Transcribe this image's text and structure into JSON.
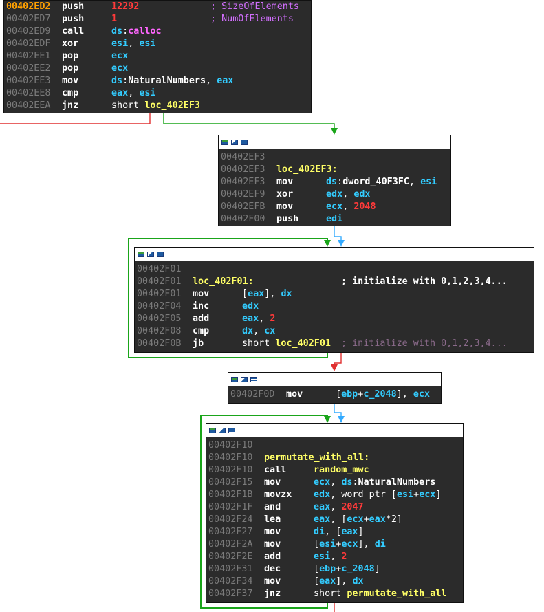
{
  "blocks": [
    {
      "id": "block-entry",
      "has_header": false,
      "lines": [
        {
          "addr": "00402ED2",
          "mn": "push",
          "ops": [
            {
              "t": "12292",
              "c": "num"
            }
          ],
          "comment": "; SizeOfElements",
          "cc": "cmt",
          "current": true
        },
        {
          "addr": "00402ED7",
          "mn": "push",
          "ops": [
            {
              "t": "1",
              "c": "num"
            }
          ],
          "comment": "; NumOfElements",
          "cc": "cmt"
        },
        {
          "addr": "00402ED9",
          "mn": "call",
          "ops": [
            {
              "t": "ds",
              "c": "seg"
            },
            {
              "t": ":",
              "c": "plain"
            },
            {
              "t": "calloc",
              "c": "imp"
            }
          ]
        },
        {
          "addr": "00402EDF",
          "mn": "xor",
          "ops": [
            {
              "t": "esi",
              "c": "reg"
            },
            {
              "t": ", ",
              "c": "plain"
            },
            {
              "t": "esi",
              "c": "reg"
            }
          ]
        },
        {
          "addr": "00402EE1",
          "mn": "pop",
          "ops": [
            {
              "t": "ecx",
              "c": "reg"
            }
          ]
        },
        {
          "addr": "00402EE2",
          "mn": "pop",
          "ops": [
            {
              "t": "ecx",
              "c": "reg"
            }
          ]
        },
        {
          "addr": "00402EE3",
          "mn": "mov",
          "ops": [
            {
              "t": "ds",
              "c": "seg"
            },
            {
              "t": ":",
              "c": "plain"
            },
            {
              "t": "NaturalNumbers",
              "c": "data"
            },
            {
              "t": ", ",
              "c": "plain"
            },
            {
              "t": "eax",
              "c": "reg"
            }
          ]
        },
        {
          "addr": "00402EE8",
          "mn": "cmp",
          "ops": [
            {
              "t": "eax",
              "c": "reg"
            },
            {
              "t": ", ",
              "c": "plain"
            },
            {
              "t": "esi",
              "c": "reg"
            }
          ]
        },
        {
          "addr": "00402EEA",
          "mn": "jnz",
          "ops": [
            {
              "t": "short ",
              "c": "plain"
            },
            {
              "t": "loc_402EF3",
              "c": "name"
            }
          ]
        }
      ]
    },
    {
      "id": "block-loc_402EF3",
      "has_header": true,
      "lines": [
        {
          "addr": "00402EF3",
          "mn": "",
          "ops": []
        },
        {
          "addr": "00402EF3",
          "label": "loc_402EF3:"
        },
        {
          "addr": "00402EF3",
          "mn": "mov",
          "ops": [
            {
              "t": "ds",
              "c": "seg"
            },
            {
              "t": ":",
              "c": "plain"
            },
            {
              "t": "dword_40F3FC",
              "c": "data"
            },
            {
              "t": ", ",
              "c": "plain"
            },
            {
              "t": "esi",
              "c": "reg"
            }
          ]
        },
        {
          "addr": "00402EF9",
          "mn": "xor",
          "ops": [
            {
              "t": "edx",
              "c": "reg"
            },
            {
              "t": ", ",
              "c": "plain"
            },
            {
              "t": "edx",
              "c": "reg"
            }
          ]
        },
        {
          "addr": "00402EFB",
          "mn": "mov",
          "ops": [
            {
              "t": "ecx",
              "c": "reg"
            },
            {
              "t": ", ",
              "c": "plain"
            },
            {
              "t": "2048",
              "c": "num"
            }
          ]
        },
        {
          "addr": "00402F00",
          "mn": "push",
          "ops": [
            {
              "t": "edi",
              "c": "reg"
            }
          ]
        }
      ]
    },
    {
      "id": "block-loc_402F01",
      "has_header": true,
      "lines": [
        {
          "addr": "00402F01",
          "mn": "",
          "ops": []
        },
        {
          "addr": "00402F01",
          "label": "loc_402F01:",
          "comment": "; initialize with 0,1,2,3,4...",
          "cc": "cmtw"
        },
        {
          "addr": "00402F01",
          "mn": "mov",
          "ops": [
            {
              "t": "[",
              "c": "plain"
            },
            {
              "t": "eax",
              "c": "reg"
            },
            {
              "t": "], ",
              "c": "plain"
            },
            {
              "t": "dx",
              "c": "reg"
            }
          ]
        },
        {
          "addr": "00402F04",
          "mn": "inc",
          "ops": [
            {
              "t": "edx",
              "c": "reg"
            }
          ]
        },
        {
          "addr": "00402F05",
          "mn": "add",
          "ops": [
            {
              "t": "eax",
              "c": "reg"
            },
            {
              "t": ", ",
              "c": "plain"
            },
            {
              "t": "2",
              "c": "num"
            }
          ]
        },
        {
          "addr": "00402F08",
          "mn": "cmp",
          "ops": [
            {
              "t": "dx",
              "c": "reg"
            },
            {
              "t": ", ",
              "c": "plain"
            },
            {
              "t": "cx",
              "c": "reg"
            }
          ]
        },
        {
          "addr": "00402F0B",
          "mn": "jb",
          "ops": [
            {
              "t": "short ",
              "c": "plain"
            },
            {
              "t": "loc_402F01",
              "c": "name"
            }
          ],
          "comment": "; initialize with 0,1,2,3,4...",
          "cc": "cmtg"
        }
      ]
    },
    {
      "id": "block-00402F0D",
      "has_header": true,
      "lines": [
        {
          "addr": "00402F0D",
          "mn": "mov",
          "ops": [
            {
              "t": "[",
              "c": "plain"
            },
            {
              "t": "ebp",
              "c": "reg"
            },
            {
              "t": "+",
              "c": "plain"
            },
            {
              "t": "c_2048",
              "c": "reg"
            },
            {
              "t": "], ",
              "c": "plain"
            },
            {
              "t": "ecx",
              "c": "reg"
            }
          ]
        }
      ]
    },
    {
      "id": "block-permutate_with_all",
      "has_header": true,
      "lines": [
        {
          "addr": "00402F10",
          "mn": "",
          "ops": []
        },
        {
          "addr": "00402F10",
          "label": "permutate_with_all:"
        },
        {
          "addr": "00402F10",
          "mn": "call",
          "ops": [
            {
              "t": "random_mwc",
              "c": "name"
            }
          ]
        },
        {
          "addr": "00402F15",
          "mn": "mov",
          "ops": [
            {
              "t": "ecx",
              "c": "reg"
            },
            {
              "t": ", ",
              "c": "plain"
            },
            {
              "t": "ds",
              "c": "seg"
            },
            {
              "t": ":",
              "c": "plain"
            },
            {
              "t": "NaturalNumbers",
              "c": "data"
            }
          ]
        },
        {
          "addr": "00402F1B",
          "mn": "movzx",
          "ops": [
            {
              "t": "edx",
              "c": "reg"
            },
            {
              "t": ", word ptr [",
              "c": "plain"
            },
            {
              "t": "esi",
              "c": "reg"
            },
            {
              "t": "+",
              "c": "plain"
            },
            {
              "t": "ecx",
              "c": "reg"
            },
            {
              "t": "]",
              "c": "plain"
            }
          ]
        },
        {
          "addr": "00402F1F",
          "mn": "and",
          "ops": [
            {
              "t": "eax",
              "c": "reg"
            },
            {
              "t": ", ",
              "c": "plain"
            },
            {
              "t": "2047",
              "c": "num"
            }
          ]
        },
        {
          "addr": "00402F24",
          "mn": "lea",
          "ops": [
            {
              "t": "eax",
              "c": "reg"
            },
            {
              "t": ", [",
              "c": "plain"
            },
            {
              "t": "ecx",
              "c": "reg"
            },
            {
              "t": "+",
              "c": "plain"
            },
            {
              "t": "eax",
              "c": "reg"
            },
            {
              "t": "*2]",
              "c": "plain"
            }
          ]
        },
        {
          "addr": "00402F27",
          "mn": "mov",
          "ops": [
            {
              "t": "di",
              "c": "reg"
            },
            {
              "t": ", [",
              "c": "plain"
            },
            {
              "t": "eax",
              "c": "reg"
            },
            {
              "t": "]",
              "c": "plain"
            }
          ]
        },
        {
          "addr": "00402F2A",
          "mn": "mov",
          "ops": [
            {
              "t": "[",
              "c": "plain"
            },
            {
              "t": "esi",
              "c": "reg"
            },
            {
              "t": "+",
              "c": "plain"
            },
            {
              "t": "ecx",
              "c": "reg"
            },
            {
              "t": "], ",
              "c": "plain"
            },
            {
              "t": "di",
              "c": "reg"
            }
          ]
        },
        {
          "addr": "00402F2E",
          "mn": "add",
          "ops": [
            {
              "t": "esi",
              "c": "reg"
            },
            {
              "t": ", ",
              "c": "plain"
            },
            {
              "t": "2",
              "c": "num"
            }
          ]
        },
        {
          "addr": "00402F31",
          "mn": "dec",
          "ops": [
            {
              "t": "[",
              "c": "plain"
            },
            {
              "t": "ebp",
              "c": "reg"
            },
            {
              "t": "+",
              "c": "plain"
            },
            {
              "t": "c_2048",
              "c": "reg"
            },
            {
              "t": "]",
              "c": "plain"
            }
          ]
        },
        {
          "addr": "00402F34",
          "mn": "mov",
          "ops": [
            {
              "t": "[",
              "c": "plain"
            },
            {
              "t": "eax",
              "c": "reg"
            },
            {
              "t": "], ",
              "c": "plain"
            },
            {
              "t": "dx",
              "c": "reg"
            }
          ]
        },
        {
          "addr": "00402F37",
          "mn": "jnz",
          "ops": [
            {
              "t": "short ",
              "c": "plain"
            },
            {
              "t": "permutate_with_all",
              "c": "name"
            }
          ]
        }
      ]
    }
  ],
  "edge_colors": {
    "taken": "#1aa51a",
    "not_taken": "#e03030",
    "unconditional": "#33aaff"
  }
}
